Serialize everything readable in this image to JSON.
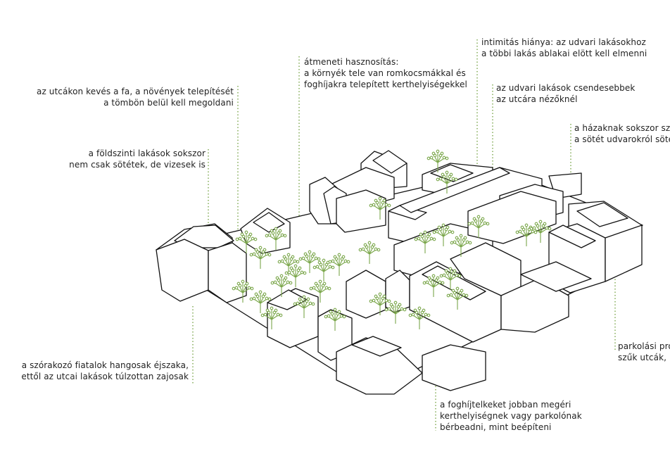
{
  "colors": {
    "line": "#111111",
    "tree": "#7aa64a",
    "leader": "#7aa64a",
    "text": "#222222"
  },
  "annotations": [
    {
      "lines": [
        "intimitás hiánya: az udvari lakásokhoz",
        "a többi lakás ablakai elött kell elmenni"
      ]
    },
    {
      "lines": [
        "átmeneti hasznosítás:",
        "a környék tele van romkocsmákkal és",
        "foghíjakra telepített kerthelyiségekkel"
      ]
    },
    {
      "lines": [
        "az utcákon kevés a fa, a növények telepítését",
        "a tömbön belül kell megoldani"
      ]
    },
    {
      "lines": [
        "az udvari lakások csendesebbek",
        "az utcára nézőknél"
      ]
    },
    {
      "lines": [
        "a házaknak sokszor szűk",
        "a sötét udvarokról sötét"
      ]
    },
    {
      "lines": [
        "a földszinti lakások sokszor",
        "nem csak sötétek, de vizesek is"
      ]
    },
    {
      "lines": [
        "parkolási pro",
        "szűk utcák, k"
      ]
    },
    {
      "lines": [
        "a szórakozó fiatalok hangosak éjszaka,",
        "ettől az utcai lakások túlzottan zajosak"
      ]
    },
    {
      "lines": [
        "a foghíjtelkeket jobban megéri",
        "kerthelyiségnek vagy parkolónak",
        "bérbeadni, mint beépíteni"
      ]
    }
  ]
}
